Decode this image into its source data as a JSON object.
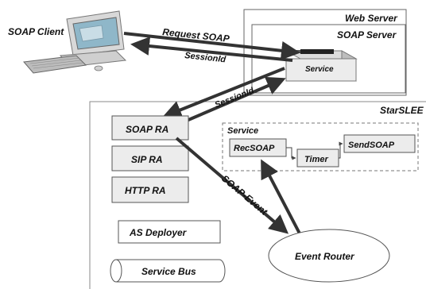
{
  "labels": {
    "soap_client": "SOAP Client",
    "request_soap": "Request SOAP",
    "session_id_top": "SessionId",
    "web_server": "Web Server",
    "soap_server": "SOAP Server",
    "service_inner": "Service",
    "session_id_mid": "SessionId",
    "starslee": "StarSLEE",
    "soap_ra": "SOAP RA",
    "sip_ra": "SIP RA",
    "http_ra": "HTTP RA",
    "as_deployer": "AS Deployer",
    "service_bus": "Service Bus",
    "service_group": "Service",
    "rec_soap": "RecSOAP",
    "timer": "Timer",
    "send_soap": "SendSOAP",
    "soap_event": "SOAP-Event",
    "event_router": "Event Router"
  },
  "icons": {
    "computer": "desktop-computer-icon",
    "server_plug": "server-connector-icon"
  },
  "colors": {
    "arrow_dark": "#333333",
    "box_border": "#555555",
    "box_fill": "#ffffff",
    "panel_fill": "#ececec",
    "computer_screen": "#8fb7c9"
  }
}
